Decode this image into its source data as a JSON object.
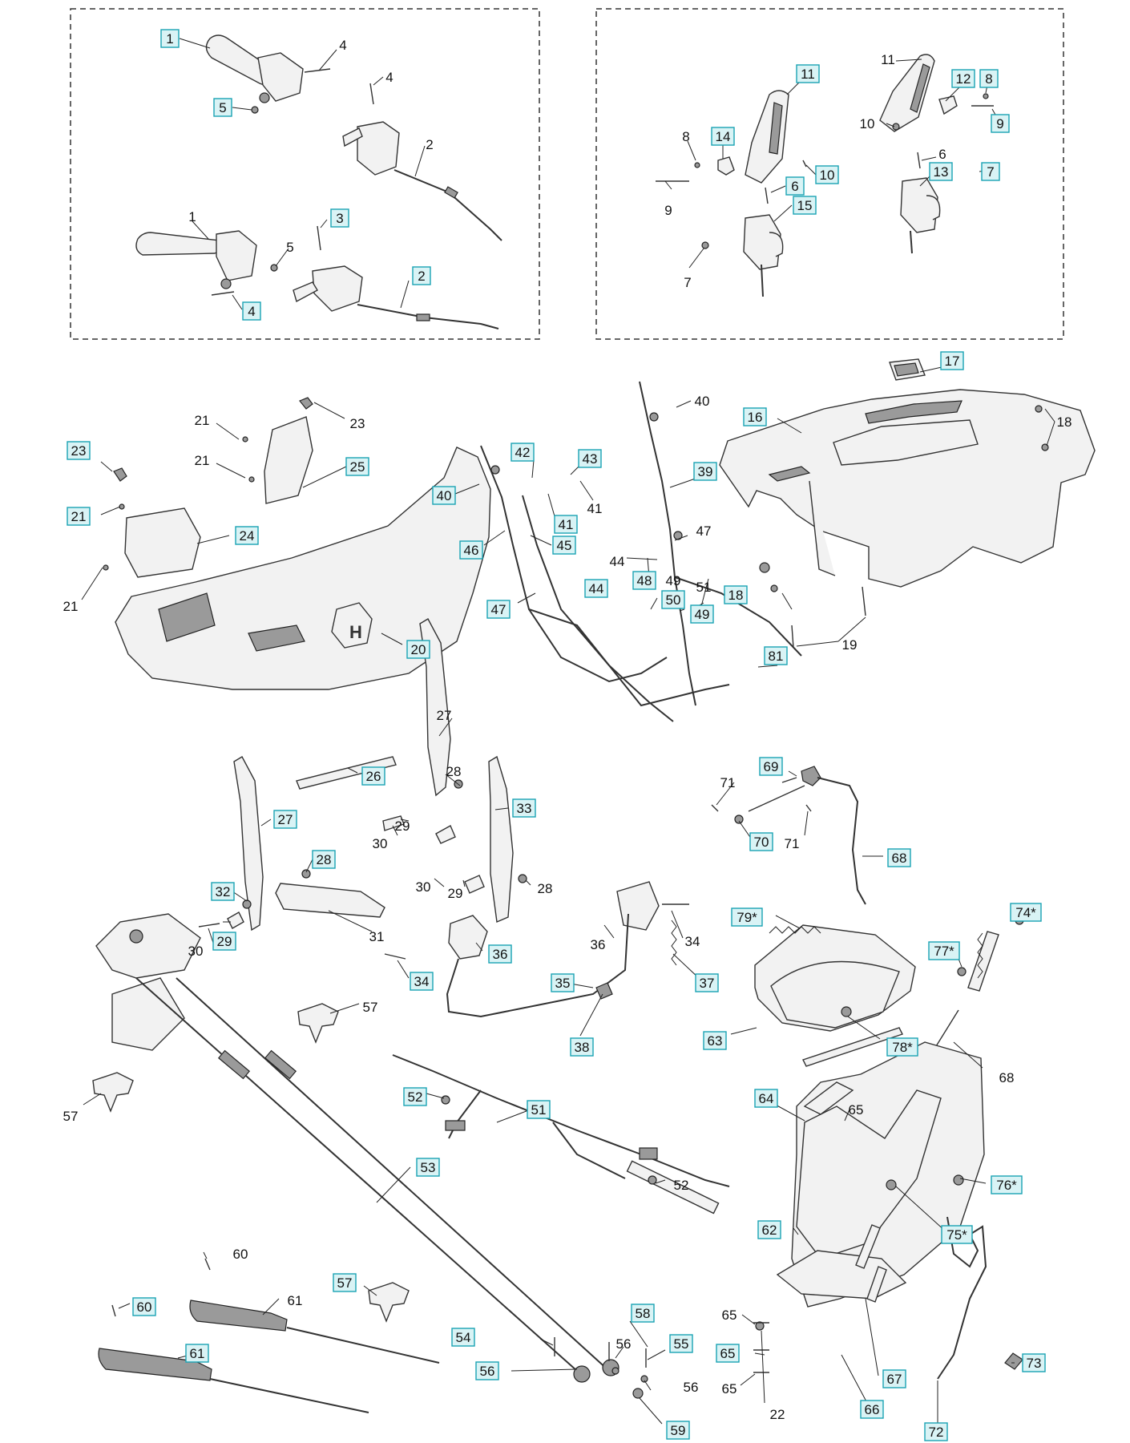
{
  "diagram": {
    "title": "",
    "top_left_group": "kit-a",
    "top_right_group": "kit-b"
  },
  "labels": {
    "kit_a": [
      {
        "id": "1a",
        "text": "1",
        "boxed": true
      },
      {
        "id": "4a",
        "text": "4",
        "boxed": false
      },
      {
        "id": "4b",
        "text": "4",
        "boxed": false
      },
      {
        "id": "5a",
        "text": "5",
        "boxed": true
      },
      {
        "id": "2a",
        "text": "2",
        "boxed": false
      },
      {
        "id": "1b",
        "text": "1",
        "boxed": false
      },
      {
        "id": "5b",
        "text": "5",
        "boxed": false
      },
      {
        "id": "3a",
        "text": "3",
        "boxed": true
      },
      {
        "id": "2b",
        "text": "2",
        "boxed": true
      },
      {
        "id": "4c",
        "text": "4",
        "boxed": true
      }
    ],
    "kit_b": [
      {
        "id": "11a",
        "text": "11",
        "boxed": true
      },
      {
        "id": "11b",
        "text": "11",
        "boxed": false
      },
      {
        "id": "12",
        "text": "12",
        "boxed": true
      },
      {
        "id": "8a",
        "text": "8",
        "boxed": true
      },
      {
        "id": "10a",
        "text": "10",
        "boxed": false
      },
      {
        "id": "9a",
        "text": "9",
        "boxed": true
      },
      {
        "id": "8b",
        "text": "8",
        "boxed": false
      },
      {
        "id": "14",
        "text": "14",
        "boxed": true
      },
      {
        "id": "10b",
        "text": "10",
        "boxed": true
      },
      {
        "id": "6a",
        "text": "6",
        "boxed": false
      },
      {
        "id": "13",
        "text": "13",
        "boxed": true
      },
      {
        "id": "7a",
        "text": "7",
        "boxed": true
      },
      {
        "id": "6b",
        "text": "6",
        "boxed": true
      },
      {
        "id": "9b",
        "text": "9",
        "boxed": false
      },
      {
        "id": "15",
        "text": "15",
        "boxed": true
      },
      {
        "id": "7b",
        "text": "7",
        "boxed": false
      }
    ],
    "main": [
      {
        "id": "17",
        "text": "17",
        "boxed": true
      },
      {
        "id": "16",
        "text": "16",
        "boxed": true
      },
      {
        "id": "18a",
        "text": "18",
        "boxed": false
      },
      {
        "id": "18b",
        "text": "18",
        "boxed": true
      },
      {
        "id": "19",
        "text": "19",
        "boxed": false
      },
      {
        "id": "40a",
        "text": "40",
        "boxed": false
      },
      {
        "id": "40b",
        "text": "40",
        "boxed": true
      },
      {
        "id": "39",
        "text": "39",
        "boxed": true
      },
      {
        "id": "42",
        "text": "42",
        "boxed": true
      },
      {
        "id": "43",
        "text": "43",
        "boxed": true
      },
      {
        "id": "41a",
        "text": "41",
        "boxed": true
      },
      {
        "id": "41b",
        "text": "41",
        "boxed": false
      },
      {
        "id": "46",
        "text": "46",
        "boxed": true
      },
      {
        "id": "45",
        "text": "45",
        "boxed": true
      },
      {
        "id": "47a",
        "text": "47",
        "boxed": false
      },
      {
        "id": "47b",
        "text": "47",
        "boxed": true
      },
      {
        "id": "44a",
        "text": "44",
        "boxed": false
      },
      {
        "id": "44b",
        "text": "44",
        "boxed": true
      },
      {
        "id": "48",
        "text": "48",
        "boxed": true
      },
      {
        "id": "49a",
        "text": "49",
        "boxed": false
      },
      {
        "id": "49b",
        "text": "49",
        "boxed": true
      },
      {
        "id": "50",
        "text": "50",
        "boxed": true
      },
      {
        "id": "51a",
        "text": "51",
        "boxed": false
      },
      {
        "id": "81",
        "text": "81",
        "boxed": true
      },
      {
        "id": "21a",
        "text": "21",
        "boxed": false
      },
      {
        "id": "21b",
        "text": "21",
        "boxed": false
      },
      {
        "id": "21c",
        "text": "21",
        "boxed": true
      },
      {
        "id": "21d",
        "text": "21",
        "boxed": false
      },
      {
        "id": "23a",
        "text": "23",
        "boxed": false
      },
      {
        "id": "23b",
        "text": "23",
        "boxed": true
      },
      {
        "id": "25",
        "text": "25",
        "boxed": true
      },
      {
        "id": "24",
        "text": "24",
        "boxed": true
      },
      {
        "id": "20",
        "text": "20",
        "boxed": true
      },
      {
        "id": "27a",
        "text": "27",
        "boxed": false
      },
      {
        "id": "26",
        "text": "26",
        "boxed": true
      },
      {
        "id": "28a",
        "text": "28",
        "boxed": false
      },
      {
        "id": "27b",
        "text": "27",
        "boxed": true
      },
      {
        "id": "29a",
        "text": "29",
        "boxed": false
      },
      {
        "id": "30a",
        "text": "30",
        "boxed": false
      },
      {
        "id": "33",
        "text": "33",
        "boxed": true
      },
      {
        "id": "28b",
        "text": "28",
        "boxed": true
      },
      {
        "id": "30b",
        "text": "30",
        "boxed": false
      },
      {
        "id": "29b",
        "text": "29",
        "boxed": false
      },
      {
        "id": "28c",
        "text": "28",
        "boxed": false
      },
      {
        "id": "32",
        "text": "32",
        "boxed": true
      },
      {
        "id": "29c",
        "text": "29",
        "boxed": true
      },
      {
        "id": "30c",
        "text": "30",
        "boxed": false
      },
      {
        "id": "31",
        "text": "31",
        "boxed": false
      },
      {
        "id": "69",
        "text": "69",
        "boxed": true
      },
      {
        "id": "71a",
        "text": "71",
        "boxed": false
      },
      {
        "id": "70",
        "text": "70",
        "boxed": true
      },
      {
        "id": "71b",
        "text": "71",
        "boxed": false
      },
      {
        "id": "68a",
        "text": "68",
        "boxed": true
      },
      {
        "id": "36a",
        "text": "36",
        "boxed": true
      },
      {
        "id": "36b",
        "text": "36",
        "boxed": false
      },
      {
        "id": "34a",
        "text": "34",
        "boxed": false
      },
      {
        "id": "37",
        "text": "37",
        "boxed": true
      },
      {
        "id": "34b",
        "text": "34",
        "boxed": true
      },
      {
        "id": "35",
        "text": "35",
        "boxed": true
      },
      {
        "id": "38",
        "text": "38",
        "boxed": true
      },
      {
        "id": "57a",
        "text": "57",
        "boxed": false
      },
      {
        "id": "57b",
        "text": "57",
        "boxed": false
      },
      {
        "id": "79",
        "text": "79*",
        "boxed": true
      },
      {
        "id": "74",
        "text": "74*",
        "boxed": true
      },
      {
        "id": "77",
        "text": "77*",
        "boxed": true
      },
      {
        "id": "63",
        "text": "63",
        "boxed": true
      },
      {
        "id": "78",
        "text": "78*",
        "boxed": true
      },
      {
        "id": "68b",
        "text": "68",
        "boxed": false
      },
      {
        "id": "64",
        "text": "64",
        "boxed": true
      },
      {
        "id": "65a",
        "text": "65",
        "boxed": false
      },
      {
        "id": "52a",
        "text": "52",
        "boxed": true
      },
      {
        "id": "51b",
        "text": "51",
        "boxed": true
      },
      {
        "id": "52b",
        "text": "52",
        "boxed": false
      },
      {
        "id": "53",
        "text": "53",
        "boxed": true
      },
      {
        "id": "76",
        "text": "76*",
        "boxed": true
      },
      {
        "id": "75",
        "text": "75*",
        "boxed": true
      },
      {
        "id": "62",
        "text": "62",
        "boxed": true
      },
      {
        "id": "60a",
        "text": "60",
        "boxed": false
      },
      {
        "id": "60b",
        "text": "60",
        "boxed": true
      },
      {
        "id": "61a",
        "text": "61",
        "boxed": false
      },
      {
        "id": "57c",
        "text": "57",
        "boxed": true
      },
      {
        "id": "61b",
        "text": "61",
        "boxed": true
      },
      {
        "id": "58",
        "text": "58",
        "boxed": true
      },
      {
        "id": "54",
        "text": "54",
        "boxed": true
      },
      {
        "id": "56a",
        "text": "56",
        "boxed": false
      },
      {
        "id": "55",
        "text": "55",
        "boxed": true
      },
      {
        "id": "56b",
        "text": "56",
        "boxed": true
      },
      {
        "id": "56c",
        "text": "56",
        "boxed": false
      },
      {
        "id": "59",
        "text": "59",
        "boxed": true
      },
      {
        "id": "65b",
        "text": "65",
        "boxed": false
      },
      {
        "id": "65c",
        "text": "65",
        "boxed": true
      },
      {
        "id": "65d",
        "text": "65",
        "boxed": false
      },
      {
        "id": "22",
        "text": "22",
        "boxed": false
      },
      {
        "id": "67",
        "text": "67",
        "boxed": true
      },
      {
        "id": "66",
        "text": "66",
        "boxed": true
      },
      {
        "id": "73",
        "text": "73",
        "boxed": true
      },
      {
        "id": "72",
        "text": "72",
        "boxed": true
      }
    ]
  },
  "colors": {
    "label_box_fill": "#d9f3f5",
    "label_box_stroke": "#1aa3b3",
    "line": "#222222"
  }
}
